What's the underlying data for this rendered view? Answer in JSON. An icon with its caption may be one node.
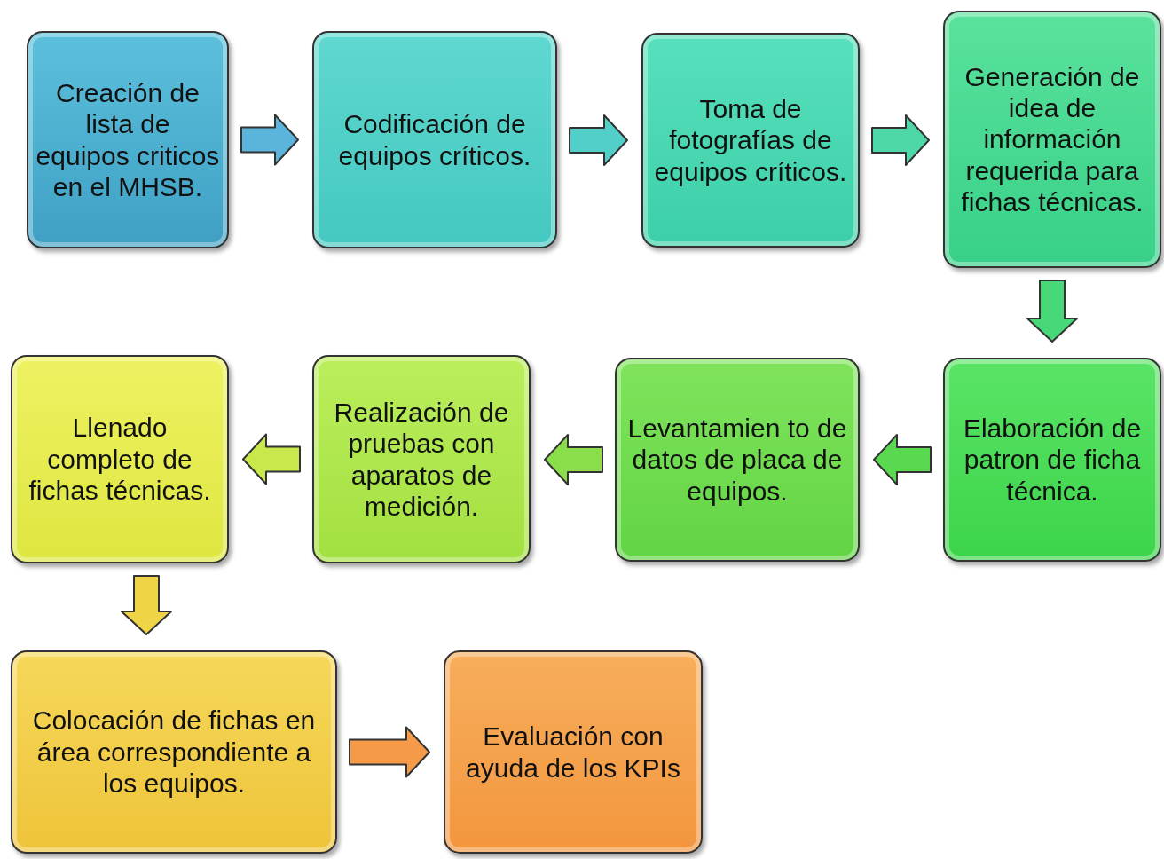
{
  "diagram": {
    "nodes": [
      {
        "text": [
          "Creación de lista de equipos criticos en el MHSB."
        ]
      },
      {
        "text": [
          "Codificación de equipos críticos."
        ]
      },
      {
        "text": [
          "Toma de fotografías de equipos críticos."
        ]
      },
      {
        "text": [
          "Generación de idea de información requerida para fichas técnicas."
        ]
      },
      {
        "text": [
          "Elaboración de patron de ficha técnica."
        ]
      },
      {
        "text": [
          "Levantamien to de datos de placa de equipos."
        ]
      },
      {
        "text": [
          "Realización de pruebas con aparatos de medición."
        ]
      },
      {
        "text": [
          "Llenado completo de fichas técnicas."
        ]
      },
      {
        "text": [
          "Colocación de fichas en área correspondiente a los equipos."
        ]
      },
      {
        "text": [
          "Evaluación con ayuda de los KPIs"
        ]
      }
    ],
    "edges": [
      {
        "from": 0,
        "to": 1,
        "arrow": "to",
        "style": "thick",
        "color": "#5ab4dc"
      },
      {
        "from": 1,
        "to": 2,
        "arrow": "to",
        "style": "thick",
        "color": "#52cfc8"
      },
      {
        "from": 2,
        "to": 3,
        "arrow": "to",
        "style": "thick",
        "color": "#4ed8a8"
      },
      {
        "from": 3,
        "to": 4,
        "arrow": "to",
        "style": "thick",
        "color": "#48d878"
      },
      {
        "from": 4,
        "to": 5,
        "arrow": "to",
        "style": "thick",
        "color": "#5ad850"
      },
      {
        "from": 5,
        "to": 6,
        "arrow": "to",
        "style": "thick",
        "color": "#8ade4a"
      },
      {
        "from": 6,
        "to": 7,
        "arrow": "to",
        "style": "thick",
        "color": "#c8e84c"
      },
      {
        "from": 7,
        "to": 8,
        "arrow": "to",
        "style": "thick",
        "color": "#f0d448"
      },
      {
        "from": 8,
        "to": 9,
        "arrow": "to",
        "style": "thick",
        "color": "#f49a48"
      }
    ]
  }
}
